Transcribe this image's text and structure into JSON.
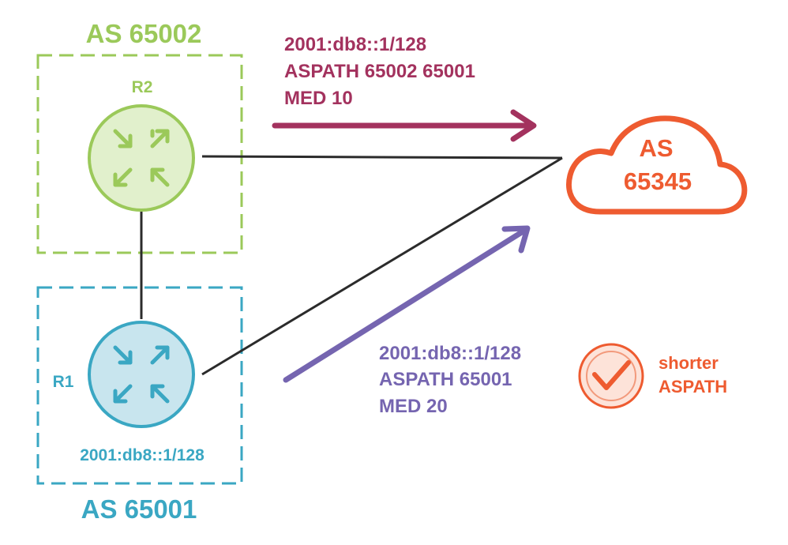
{
  "as_top": {
    "name": "AS 65002",
    "router": "R2"
  },
  "as_bottom": {
    "name": "AS 65001",
    "router": "R1",
    "prefix": "2001:db8::1/128"
  },
  "cloud": {
    "line1": "AS",
    "line2": "65345"
  },
  "route_from_r2": {
    "prefix": "2001:db8::1/128",
    "aspath": "ASPATH 65002 65001",
    "med": "MED 10"
  },
  "route_from_r1": {
    "prefix": "2001:db8::1/128",
    "aspath": "ASPATH 65001",
    "med": "MED 20"
  },
  "decision": {
    "line1": "shorter",
    "line2": "ASPATH"
  },
  "colors": {
    "green": "#9bc95a",
    "green_fill": "#e1f0cc",
    "blue": "#3aa7c3",
    "blue_fill": "#c8e5ee",
    "maroon": "#a3325e",
    "purple": "#7565b0",
    "orange": "#ee5b30",
    "orange_fill": "#fde3d9",
    "link": "#2b2b2b"
  }
}
